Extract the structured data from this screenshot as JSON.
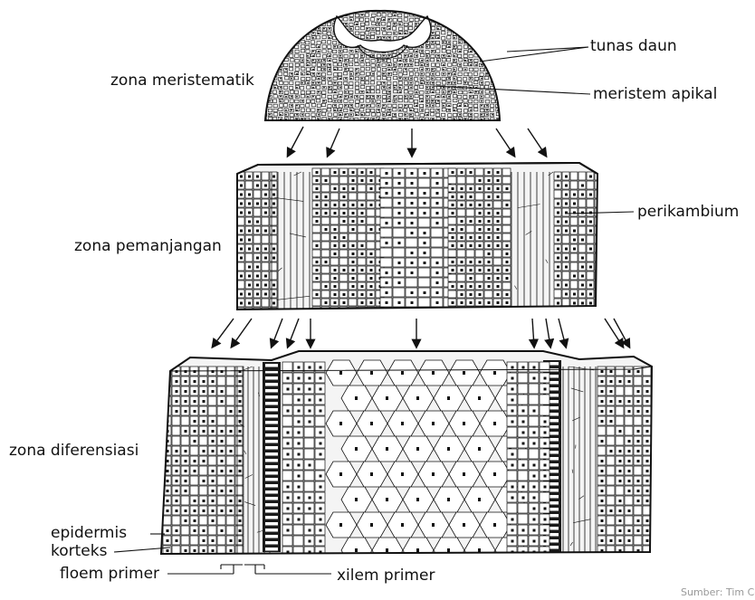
{
  "labels": {
    "tunas_daun": "tunas daun",
    "zona_meristematik": "zona meristematik",
    "meristem_apikal": "meristem apikal",
    "perikambium": "perikambium",
    "zona_pemanjangan": "zona pemanjangan",
    "zona_diferensiasi": "zona diferensiasi",
    "epidermis": "epidermis",
    "korteks": "korteks",
    "floem_primer": "floem primer",
    "xilem_primer": "xilem primer"
  },
  "credit": "Sumber: Tim Cerdas",
  "colors": {
    "ink": "#111111",
    "paper": "#ffffff",
    "cell_fill": "#f4f4f4",
    "dark_tissue": "#1a1a1a"
  }
}
